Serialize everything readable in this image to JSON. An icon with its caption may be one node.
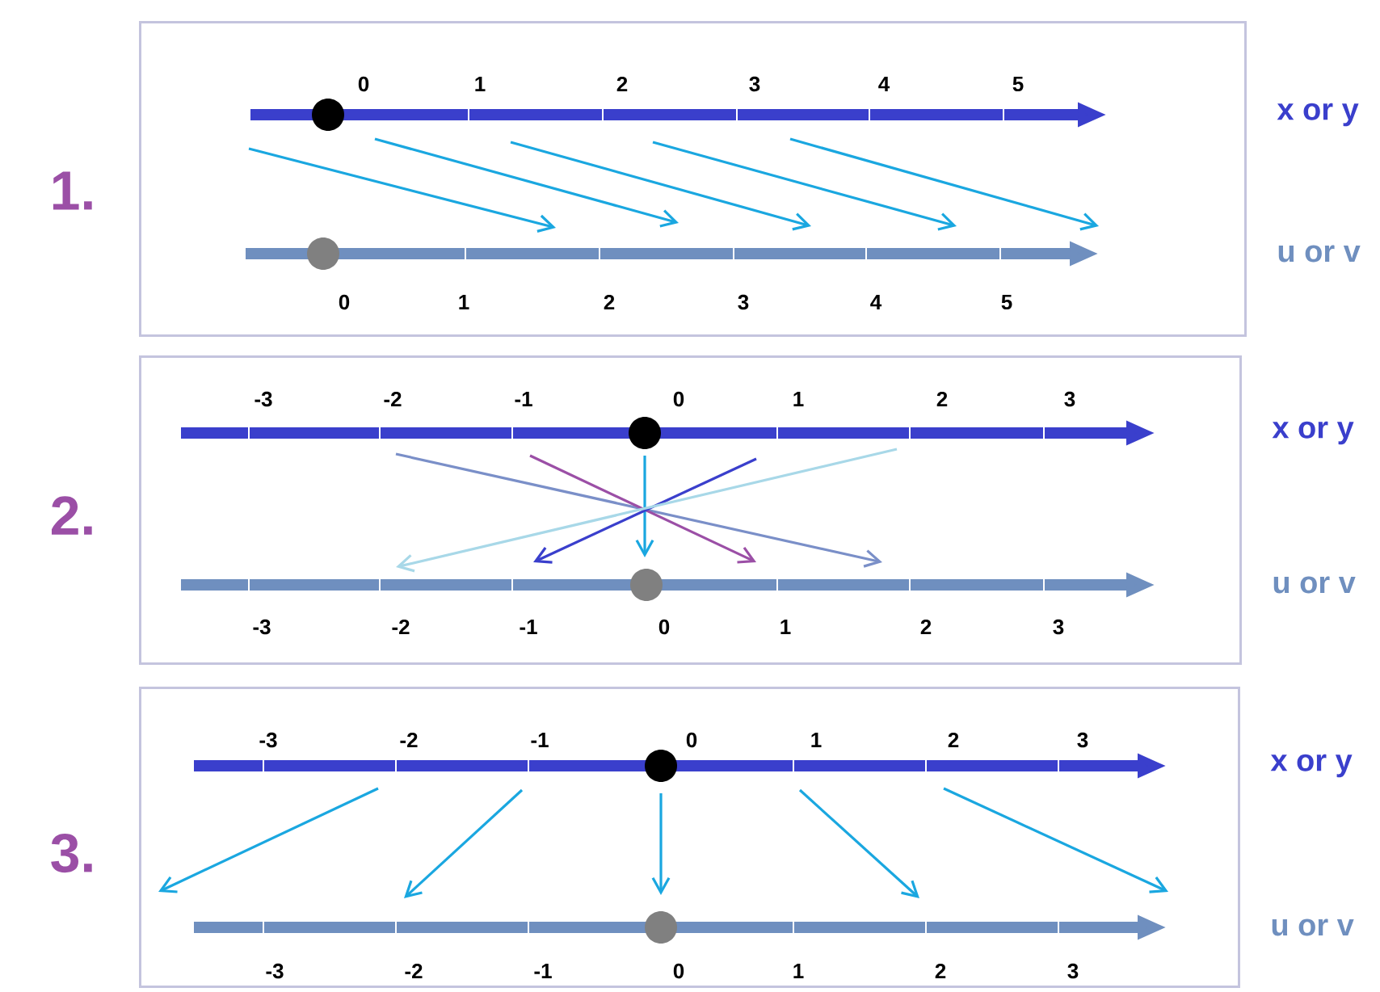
{
  "diagram": {
    "nodes": [
      {
        "text": [],
        "shape": "box",
        "beside": [
          "1.",
          "x or y",
          "u or v"
        ]
      },
      {
        "text": [],
        "shape": "box",
        "beside": [
          "2.",
          "x or y",
          "u or v"
        ]
      },
      {
        "text": [],
        "shape": "box",
        "beside": [
          "3.",
          "x or y",
          "u or v"
        ]
      }
    ],
    "labels": [
      "0",
      "1",
      "2",
      "3",
      "4",
      "5",
      "0",
      "1",
      "2",
      "3",
      "4",
      "5",
      "-3",
      "-2",
      "-1",
      "0",
      "1",
      "2",
      "3",
      "-3",
      "-2",
      "-1",
      "0",
      "1",
      "2",
      "3",
      "-3",
      "-2",
      "-1",
      "0",
      "1",
      "2",
      "3",
      "-3",
      "-2",
      "-1",
      "0",
      "1",
      "2",
      "3"
    ]
  }
}
